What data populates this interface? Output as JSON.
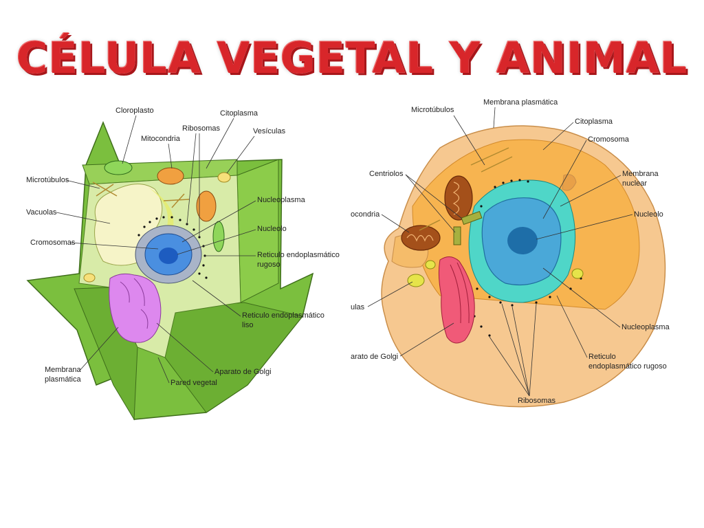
{
  "title": "CÉLULA VEGETAL Y ANIMAL",
  "plant_cell": {
    "labels": {
      "cloroplasto": "Cloroplasto",
      "ribosomas": "Ribosomas",
      "citoplasma": "Citoplasma",
      "mitocondria": "Mitocondria",
      "vesiculas": "Vesículas",
      "microtubulos": "Microtúbulos",
      "nucleoplasma": "Nucleoplasma",
      "vacuolas": "Vacuolas",
      "nucleolo": "Nucleolo",
      "cromosomas": "Cromosomas",
      "rer_1": "Reticulo endoplasmático",
      "rer_2": "rugoso",
      "rel_1": "Reticulo endoplasmático",
      "rel_2": "liso",
      "membrana_1": "Membrana",
      "membrana_2": "plasmática",
      "golgi": "Aparato de Golgi",
      "pared": "Pared vegetal"
    }
  },
  "animal_cell": {
    "labels": {
      "microtubulos": "Microtúbulos",
      "membrana_plasmatica": "Membrana plasmática",
      "citoplasma": "Citoplasma",
      "cromosoma": "Cromosoma",
      "centriolos": "Centriolos",
      "membrana_nuclear_1": "Membrana",
      "membrana_nuclear_2": "nuclear",
      "mitocondria": "ocondria",
      "nucleolo": "Nucleolo",
      "vesiculas": "ulas",
      "nucleoplasma": "Nucleoplasma",
      "golgi": "arato de Golgi",
      "rer_1": "Reticulo",
      "rer_2": "endoplasmático rugoso",
      "ribosomas": "Ribosomas"
    }
  }
}
